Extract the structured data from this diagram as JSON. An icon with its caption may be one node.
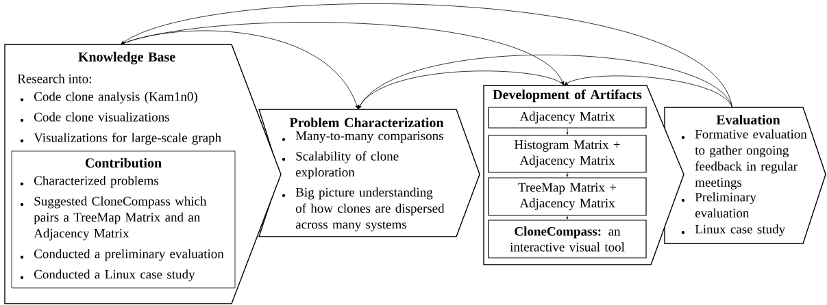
{
  "diagram": {
    "nodes": [
      {
        "text": [
          "Knowledge Base",
          "Research into:",
          "Code clone analysis (Kam1n0)",
          "Code clone visualizations",
          "Visualizations for large-scale graph"
        ]
      },
      {
        "text": [
          "Contribution",
          "Characterized problems",
          "Suggested CloneCompass which pairs a TreeMap Matrix and an Adjacency Matrix",
          "Conducted a preliminary evaluation",
          "Conducted a Linux case study"
        ],
        "in": 0
      },
      {
        "text": [
          "Problem Characterization",
          "Many-to-many comparisons",
          "Scalability of clone exploration",
          "Big picture understanding of how clones are dispersed across many systems"
        ]
      },
      {
        "text": [
          "Development of Artifacts"
        ]
      },
      {
        "text": [
          "Adjacency Matrix"
        ],
        "in": 3
      },
      {
        "text": [
          "Histogram Matrix + Adjacency Matrix"
        ],
        "in": 3
      },
      {
        "text": [
          "TreeMap Matrix + Adjacency Matrix"
        ],
        "in": 3
      },
      {
        "text": [
          "**CloneCompass:** an interactive visual tool"
        ],
        "in": 3
      },
      {
        "text": [
          "Evaluation",
          "Formative evaluation to gather ongoing feedback in regular meetings",
          "Preliminary evaluation",
          "Linux case study"
        ]
      }
    ],
    "edges": [
      {
        "from": 0,
        "to": 2,
        "arrow": "to"
      },
      {
        "from": 0,
        "to": 3,
        "arrow": "to"
      },
      {
        "from": 8,
        "to": 0,
        "arrow": "to"
      },
      {
        "from": 3,
        "to": 2,
        "arrow": "to"
      },
      {
        "from": 8,
        "to": 2,
        "arrow": "to"
      },
      {
        "from": 8,
        "to": 3,
        "arrow": "to"
      },
      {
        "from": 4,
        "to": 5,
        "arrow": "to"
      },
      {
        "from": 5,
        "to": 6,
        "arrow": "to"
      },
      {
        "from": 6,
        "to": 7,
        "arrow": "to"
      }
    ]
  }
}
